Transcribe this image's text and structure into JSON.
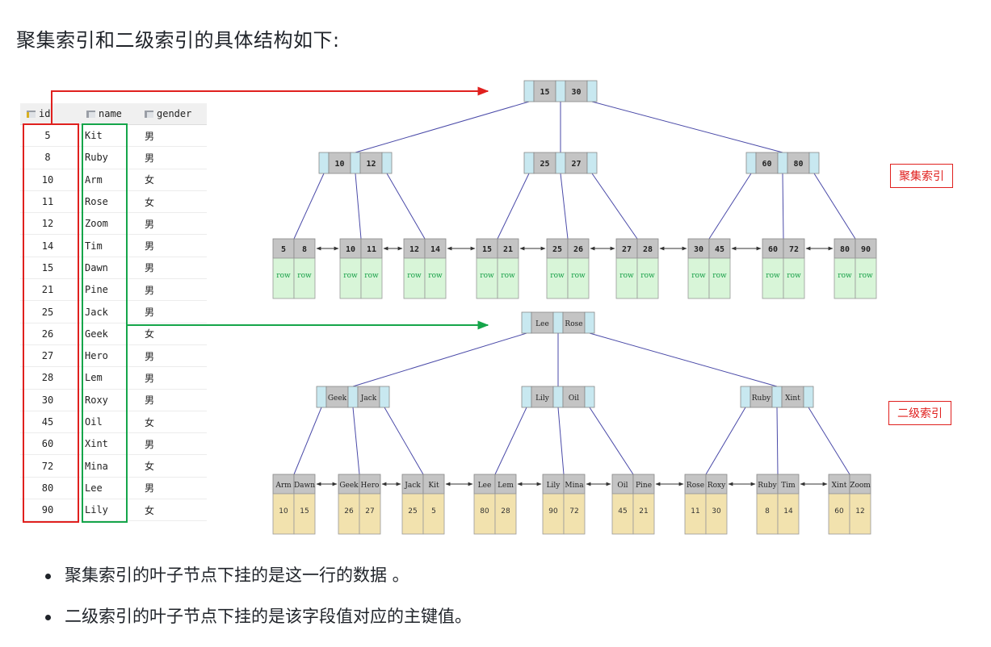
{
  "heading": "聚集索引和二级索引的具体结构如下:",
  "table": {
    "columns": [
      "id",
      "name",
      "gender"
    ],
    "rows": [
      [
        "5",
        "Kit",
        "男"
      ],
      [
        "8",
        "Ruby",
        "男"
      ],
      [
        "10",
        "Arm",
        "女"
      ],
      [
        "11",
        "Rose",
        "女"
      ],
      [
        "12",
        "Zoom",
        "男"
      ],
      [
        "14",
        "Tim",
        "男"
      ],
      [
        "15",
        "Dawn",
        "男"
      ],
      [
        "21",
        "Pine",
        "男"
      ],
      [
        "25",
        "Jack",
        "男"
      ],
      [
        "26",
        "Geek",
        "女"
      ],
      [
        "27",
        "Hero",
        "男"
      ],
      [
        "28",
        "Lem",
        "男"
      ],
      [
        "30",
        "Roxy",
        "男"
      ],
      [
        "45",
        "Oil",
        "女"
      ],
      [
        "60",
        "Xint",
        "男"
      ],
      [
        "72",
        "Mina",
        "女"
      ],
      [
        "80",
        "Lee",
        "男"
      ],
      [
        "90",
        "Lily",
        "女"
      ]
    ]
  },
  "clustered_index": {
    "label": "聚集索引",
    "root": [
      "15",
      "30"
    ],
    "internal": [
      [
        "10",
        "12"
      ],
      [
        "25",
        "27"
      ],
      [
        "60",
        "80"
      ]
    ],
    "leaves": [
      [
        "5",
        "8"
      ],
      [
        "10",
        "11"
      ],
      [
        "12",
        "14"
      ],
      [
        "15",
        "21"
      ],
      [
        "25",
        "26"
      ],
      [
        "27",
        "28"
      ],
      [
        "30",
        "45"
      ],
      [
        "60",
        "72"
      ],
      [
        "80",
        "90"
      ]
    ],
    "leaf_payload": "row"
  },
  "secondary_index": {
    "label": "二级索引",
    "root": [
      "Lee",
      "Rose"
    ],
    "internal": [
      [
        "Geek",
        "Jack"
      ],
      [
        "Lily",
        "Oil"
      ],
      [
        "Ruby",
        "Xint"
      ]
    ],
    "leaves": [
      {
        "keys": [
          "Arm",
          "Dawn"
        ],
        "pks": [
          "10",
          "15"
        ]
      },
      {
        "keys": [
          "Geek",
          "Hero"
        ],
        "pks": [
          "26",
          "27"
        ]
      },
      {
        "keys": [
          "Jack",
          "Kit"
        ],
        "pks": [
          "25",
          "5"
        ]
      },
      {
        "keys": [
          "Lee",
          "Lem"
        ],
        "pks": [
          "80",
          "28"
        ]
      },
      {
        "keys": [
          "Lily",
          "Mina"
        ],
        "pks": [
          "90",
          "72"
        ]
      },
      {
        "keys": [
          "Oil",
          "Pine"
        ],
        "pks": [
          "45",
          "21"
        ]
      },
      {
        "keys": [
          "Rose",
          "Roxy"
        ],
        "pks": [
          "11",
          "30"
        ]
      },
      {
        "keys": [
          "Ruby",
          "Tim"
        ],
        "pks": [
          "8",
          "14"
        ]
      },
      {
        "keys": [
          "Xint",
          "Zoom"
        ],
        "pks": [
          "60",
          "12"
        ]
      }
    ]
  },
  "colors": {
    "pointer": "#c8e8f0",
    "key": "#c4c4c4",
    "row_leaf": "#d8f5d8",
    "pk_leaf": "#f2e2ae",
    "edge": "#4a4aa8",
    "red": "#e0201e",
    "green": "#15a54a"
  },
  "bullets": [
    "聚集索引的叶子节点下挂的是这一行的数据 。",
    "二级索引的叶子节点下挂的是该字段值对应的主键值。"
  ]
}
